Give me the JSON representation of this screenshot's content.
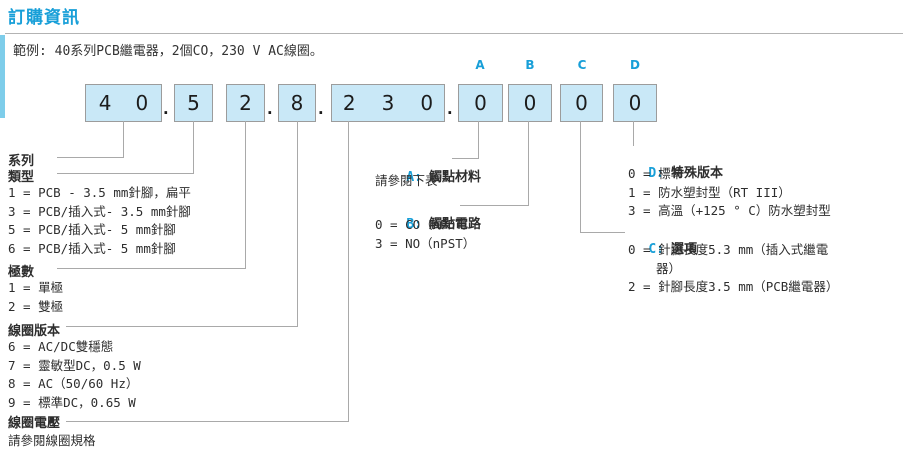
{
  "accent_color": "#189fd8",
  "box_fill_color": "#c9e8f7",
  "header": {
    "title": "訂購資訊"
  },
  "example": {
    "text": "範例: 40系列PCB繼電器，2個CO，230 V AC線圈。"
  },
  "part_number": {
    "boxes": [
      {
        "digits": "40"
      },
      {
        "digits": "5"
      },
      {
        "digits": "2"
      },
      {
        "digits": "8"
      },
      {
        "digits": "230"
      },
      {
        "digits": "0"
      },
      {
        "digits": "0"
      },
      {
        "digits": "0"
      },
      {
        "digits": "0"
      }
    ],
    "separator": ".",
    "markers": [
      "A",
      "B",
      "C",
      "D"
    ]
  },
  "sections": {
    "series": {
      "label": "系列"
    },
    "type": {
      "label": "類型",
      "options": [
        "1 = PCB - 3.5 mm針腳，扁平",
        "3 = PCB/插入式- 3.5 mm針腳",
        "5 = PCB/插入式- 5 mm針腳",
        "6 = PCB/插入式- 5 mm針腳"
      ]
    },
    "poles": {
      "label": "極數",
      "options": [
        "1 = 單極",
        "2 = 雙極"
      ]
    },
    "coil_version": {
      "label": "線圈版本",
      "options": [
        "6 = AC/DC雙穩態",
        "7 = 靈敏型DC，0.5 W",
        "8 = AC（50/60 Hz）",
        "9 = 標準DC，0.65 W"
      ]
    },
    "coil_voltage": {
      "label": "線圈電壓",
      "note": "請參閱線圈規格"
    },
    "contact_material": {
      "key": "A:",
      "label": "觸點材料",
      "note": "請參閱下表"
    },
    "contact_circuit": {
      "key": "B:",
      "label": "觸點電路",
      "options": [
        "0 = CO（nPDT）",
        "3 = NO（nPST）"
      ]
    },
    "options": {
      "key": "C:",
      "label": "選項",
      "options": [
        "0 = 針腳長度5.3 mm（插入式繼電器）",
        "2 = 針腳長度3.5 mm（PCB繼電器）"
      ]
    },
    "special_version": {
      "key": "D:",
      "label": "特殊版本",
      "options": [
        "0 = 標準",
        "1 = 防水塑封型（RT III）",
        "3 = 高溫（+125 ° C）防水塑封型"
      ]
    }
  }
}
